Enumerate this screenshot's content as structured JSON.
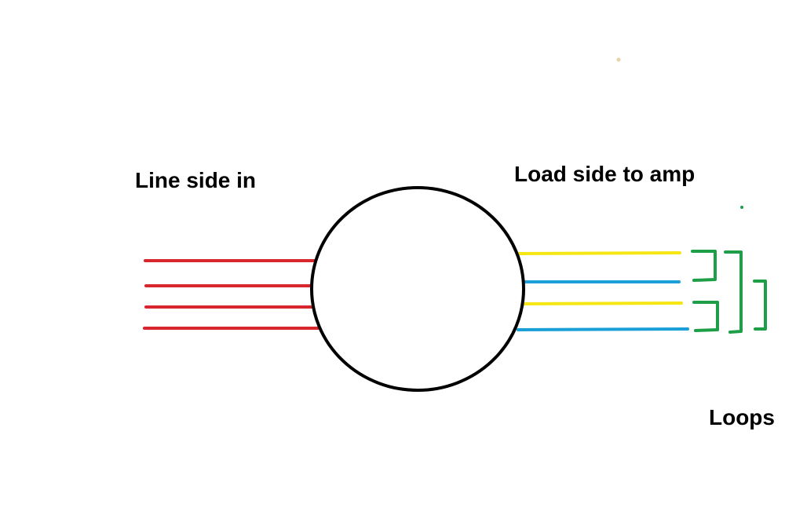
{
  "labels": {
    "line_side": "Line side in",
    "load_side": "Load side to amp",
    "loops": "Loops"
  },
  "colors": {
    "line_wire": "#d8262e",
    "load_wire_a": "#f5e614",
    "load_wire_b": "#1a9fd8",
    "loop": "#1f9e48",
    "circle": "#000000",
    "speck": "#e8d2a8"
  },
  "wires": {
    "line_side_count": 4,
    "load_side_pattern": [
      "yellow",
      "blue",
      "yellow",
      "blue"
    ]
  }
}
